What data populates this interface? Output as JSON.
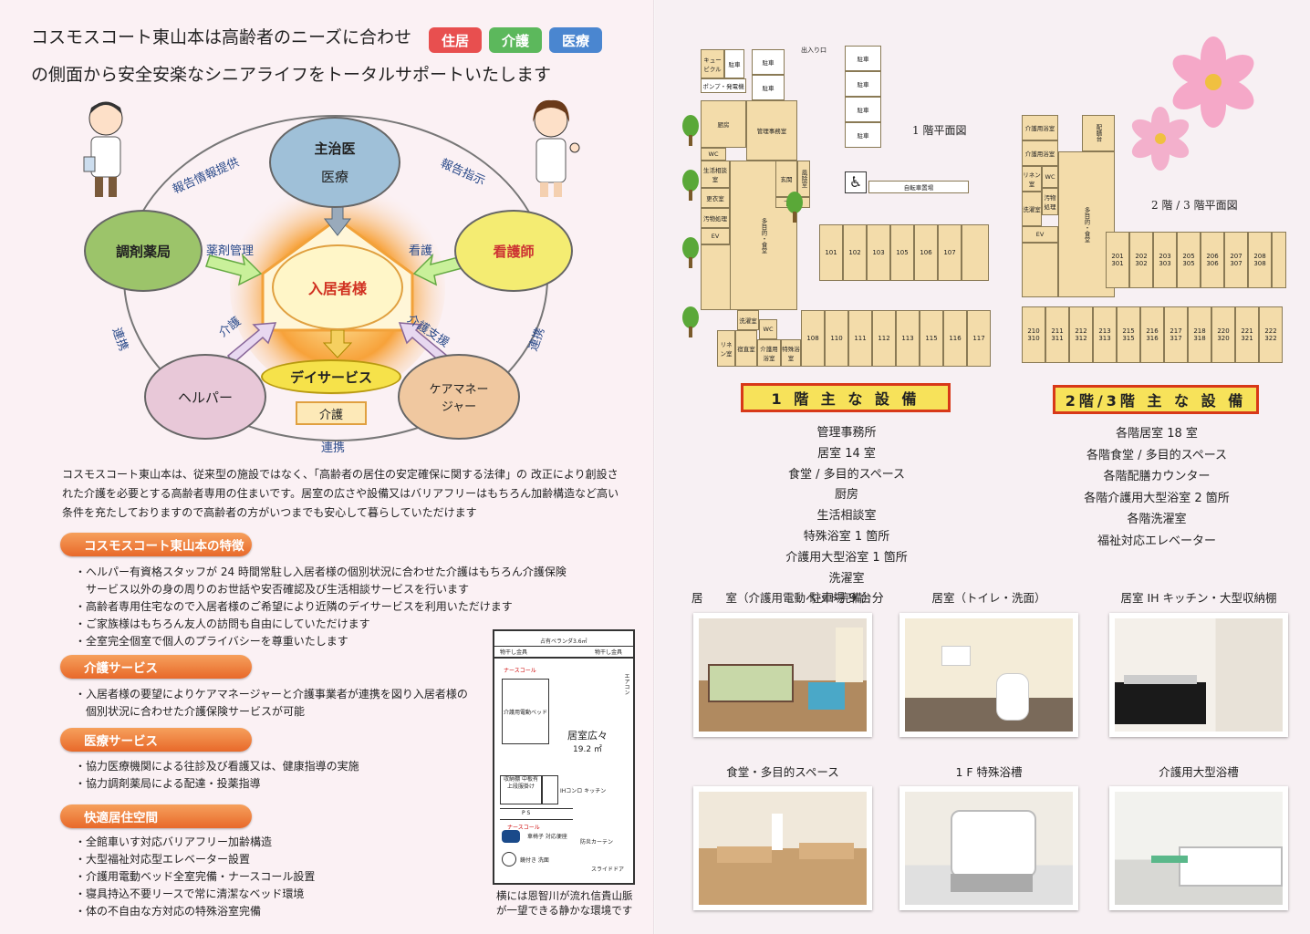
{
  "header": {
    "line1": "コスモスコート東山本は高齢者のニーズに合わせ",
    "line2": "の側面から安全安楽なシニアライフをトータルサポートいたします",
    "tags": [
      {
        "label": "住居",
        "color": "#e84f4f"
      },
      {
        "label": "介護",
        "color": "#5cb85c"
      },
      {
        "label": "医療",
        "color": "#4a86d0"
      }
    ]
  },
  "diagram": {
    "doctor_top": "主治医",
    "doctor_bottom": "医療",
    "pharmacy": "調剤薬局",
    "nurse": "看護師",
    "resident": "入居者様",
    "day_service": "デイサービス",
    "helper": "ヘルパー",
    "care_manager_1": "ケアマネー",
    "care_manager_2": "ジャー",
    "kaigo_box": "介護",
    "label_report_info": "報告情報提供",
    "label_report_instr": "報告指示",
    "label_med_mgmt": "薬剤管理",
    "label_nursing": "看護",
    "label_care_left": "介護",
    "label_care_support": "介護支援",
    "label_renkei_left": "連携",
    "label_renkei_right": "連携",
    "label_renkei_bottom": "連携"
  },
  "intro": "コスモスコート東山本は、従来型の施設ではなく、「高齢者の居住の安定確保に関する法律」の 改正により創設された介護を必要とする高齢者専用の住まいです。居室の広さや設備又はバリアフリーはもちろん加齢構造など高い条件を充たしておりますので高齢者の方がいつまでも安心して暮らしていただけます",
  "sections": [
    {
      "title": "コスモスコート東山本の特徴",
      "items": [
        "・ヘルパー有資格スタッフが 24 時間常駐し入居者様の個別状況に合わせた介護はもちろん介護保険",
        "　サービス以外の身の周りのお世話や安否確認及び生活相談サービスを行います",
        "・高齢者専用住宅なので入居者様のご希望により近隣のデイサービスを利用いただけます",
        "・ご家族様はもちろん友人の訪問も自由にしていただけます",
        "・全室完全個室で個人のプライバシーを尊重いたします"
      ]
    },
    {
      "title": "介護サービス",
      "items": [
        "・入居者様の要望によりケアマネージャーと介護事業者が連携を図り入居者様の",
        "　個別状況に合わせた介護保険サービスが可能"
      ]
    },
    {
      "title": "医療サービス",
      "items": [
        "・協力医療機関による往診及び看護又は、健康指導の実施",
        "・協力調剤薬局による配達・投薬指導"
      ]
    },
    {
      "title": "快適居住空間",
      "items": [
        "・全館車いす対応バリアフリー加齢構造",
        "・大型福祉対応型エレベーター設置",
        "・介護用電動ベッド全室完備・ナースコール設置",
        "・寝具持込不要リースで常に清潔なベッド環境",
        "・体の不自由な方対応の特殊浴室完備"
      ]
    }
  ],
  "room_plan": {
    "balcony": "占有ベランダ3.6㎡",
    "hanger_left": "物干し金具",
    "hanger_right": "物干し金具",
    "aircon": "エアコン",
    "nursecall": "ナースコール",
    "bed": "介護用電動ベッド",
    "area_label": "居室広々",
    "area_value": "19.2 ㎡",
    "storage": "収納棚 中板有 上段服掛け",
    "kitchen": "IHコンロ キッチン",
    "ps": "P S",
    "nursecall2": "ナースコール",
    "toilet": "車椅子 対応便座",
    "curtain": "防炎カーテン",
    "sink": "鏡付き 洗面",
    "door": "スライドドア",
    "caption1": "横には恩智川が流れ信貴山脈",
    "caption2": "が一望できる静かな環境です"
  },
  "floor1": {
    "entrance": "出入り口",
    "title": "1 階平面図",
    "parking": [
      "駐車",
      "駐車",
      "駐車",
      "駐車",
      "駐車",
      "駐車",
      "駐車"
    ],
    "cubicle": "キュービクル",
    "pump": "ポンプ・発電機",
    "kitchen": "厨房",
    "office": "管理事務室",
    "wc": "WC",
    "consult": "生活相談室",
    "changing": "更衣室",
    "dirty": "汚物処理",
    "ev": "EV",
    "multi": "多目的・食堂",
    "hall": "玄関",
    "windroom": "風除室",
    "shoes": "下駄箱",
    "bike": "自転車置場",
    "laundry": "洗濯室",
    "wc2": "WC",
    "linen": "リネン室",
    "night": "宿直室",
    "care_bath": "介護用浴室",
    "special_bath": "特殊浴室",
    "rooms_top": [
      "101",
      "102",
      "103",
      "105",
      "106",
      "107"
    ],
    "rooms_bottom": [
      "108",
      "110",
      "111",
      "112",
      "113",
      "115",
      "116",
      "117"
    ]
  },
  "floor2": {
    "title": "2 階 / 3 階平面図",
    "care_bath1": "介護用浴室",
    "care_bath2": "介護用浴室",
    "pantry": "配膳台",
    "linen": "リネン室",
    "wc": "WC",
    "laundry": "洗濯室",
    "dirty": "汚物処理",
    "multi": "多目的・食堂",
    "ev": "EV",
    "rooms_top_a": [
      "201",
      "202",
      "203",
      "205",
      "206",
      "207",
      "208"
    ],
    "rooms_top_b": [
      "301",
      "302",
      "303",
      "305",
      "306",
      "307",
      "308"
    ],
    "rooms_bottom_a": [
      "210",
      "211",
      "212",
      "213",
      "215",
      "216",
      "217",
      "218",
      "220",
      "221",
      "222"
    ],
    "rooms_bottom_b": [
      "310",
      "311",
      "312",
      "313",
      "315",
      "316",
      "317",
      "318",
      "320",
      "321",
      "322"
    ]
  },
  "features1": {
    "title": "1 階 主 な 設 備",
    "items": [
      "管理事務所",
      "居室 14 室",
      "食堂 / 多目的スペース",
      "厨房",
      "生活相談室",
      "特殊浴室 1 箇所",
      "介護用大型浴室 1 箇所",
      "洗濯室",
      "駐車場 9 台分"
    ]
  },
  "features23": {
    "title": "2階/3階 主 な 設 備",
    "items": [
      "各階居室 18 室",
      "各階食堂 / 多目的スペース",
      "各階配膳カウンター",
      "各階介護用大型浴室 2 箇所",
      "各階洗濯室",
      "福祉対応エレベーター"
    ]
  },
  "photos": [
    {
      "caption": "居　　室（介護用電動ベッド完備）"
    },
    {
      "caption": "居室（トイレ・洗面）"
    },
    {
      "caption": "居室 IH キッチン・大型収納棚"
    },
    {
      "caption": "食堂・多目的スペース"
    },
    {
      "caption": "1 F 特殊浴槽"
    },
    {
      "caption": "介護用大型浴槽"
    }
  ]
}
